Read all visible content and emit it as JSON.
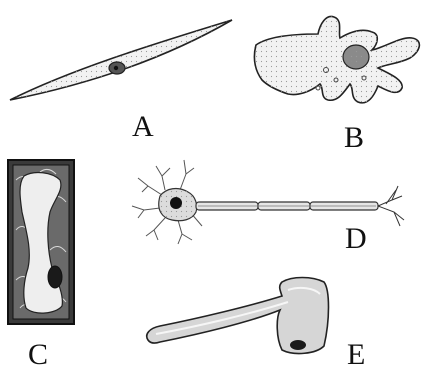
{
  "figure": {
    "labels": {
      "a": "A",
      "b": "B",
      "c": "C",
      "d": "D",
      "e": "E"
    },
    "colors": {
      "outline": "#222222",
      "cell_fill": "#f2f2f2",
      "nucleus": "#1a1a1a",
      "wall_fill": "#3a3a3a"
    }
  }
}
